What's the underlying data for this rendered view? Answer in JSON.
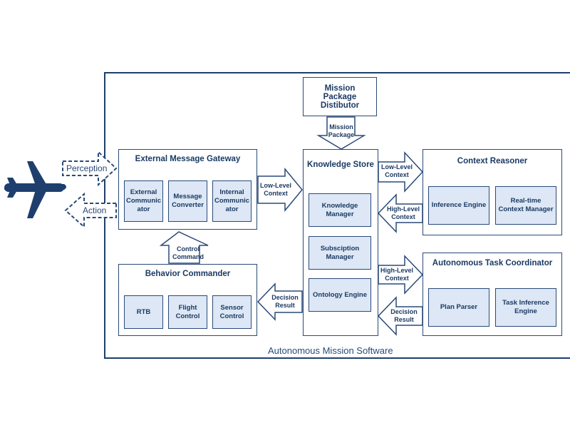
{
  "caption": "Autonomous Mission Software",
  "mission_package_distributor": "Mission Package Distibutor",
  "external_gateway": {
    "title": "External Message Gateway",
    "items": [
      "External Communic ator",
      "Message Converter",
      "Internal Communic ator"
    ]
  },
  "behavior_commander": {
    "title": "Behavior Commander",
    "items": [
      "RTB",
      "Flight Control",
      "Sensor Control"
    ]
  },
  "knowledge_store": {
    "title": "Knowledge Store",
    "items": [
      "Knowledge Manager",
      "Subsciption Manager",
      "Ontology Engine"
    ]
  },
  "context_reasoner": {
    "title": "Context Reasoner",
    "items": [
      "Inference Engine",
      "Real-time Context Manager"
    ]
  },
  "task_coordinator": {
    "title": "Autonomous Task Coordinator",
    "items": [
      "Plan Parser",
      "Task Inference Engine"
    ]
  },
  "arrows": {
    "perception": "Perception",
    "action": "Action",
    "mission_package": "Mission Package",
    "low_level_context_gateway": "Low-Level Context",
    "control_command": "Control Command",
    "decision_result_behavior": "Decision Result",
    "low_level_context_reasoner": "Low-Level Context",
    "high_level_context_reasoner": "High-Level Context",
    "high_level_context_task": "High-Level Context",
    "decision_result_task": "Decision Result"
  },
  "colors": {
    "primary": "#1e3f6d",
    "inner_fill": "#dde7f5",
    "airplane": "#1e3f6d"
  }
}
